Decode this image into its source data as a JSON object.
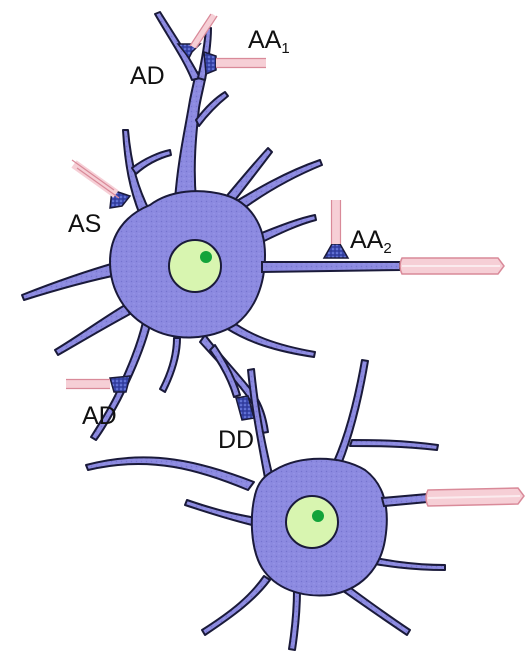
{
  "labels": {
    "ad_top": "AD",
    "aa1_base": "AA",
    "aa1_sub": "1",
    "as": "AS",
    "aa2_base": "AA",
    "aa2_sub": "2",
    "ad_bottom": "AD",
    "dd": "DD"
  },
  "colors": {
    "neuron_fill": "#8c8ae0",
    "neuron_outline": "#1a1a3a",
    "nucleus_fill": "#d8f5b0",
    "nucleolus_fill": "#12a33a",
    "axon_fill": "#f6cfd6",
    "synapse_fill": "#2e3c9c"
  },
  "icons": {
    "neuron_upper": "neuron-cell-icon",
    "neuron_lower": "neuron-cell-icon",
    "synaptic_terminal": "synaptic-terminal-icon"
  }
}
